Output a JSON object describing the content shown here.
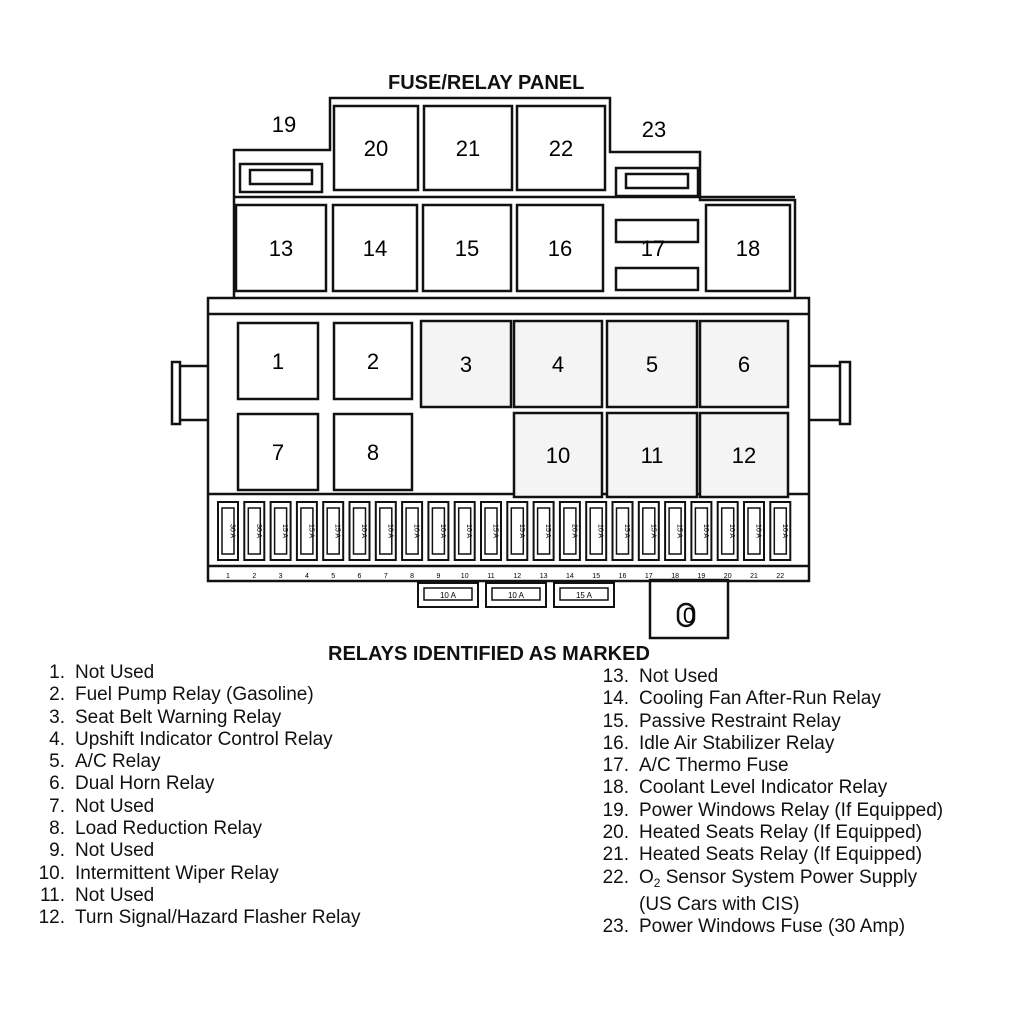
{
  "panel_title": "FUSE/RELAY PANEL",
  "legend_title": "RELAYS IDENTIFIED AS MARKED",
  "relay_labels": [
    "1",
    "2",
    "3",
    "4",
    "5",
    "6",
    "7",
    "8",
    "10",
    "11",
    "12",
    "13",
    "14",
    "15",
    "16",
    "17",
    "18",
    "19",
    "20",
    "21",
    "22",
    "23"
  ],
  "fuse_ratings": [
    "30 A",
    "30 A",
    "15 A",
    "15 A",
    "15 A",
    "10 A",
    "10 A",
    "10 A",
    "10 A",
    "10 A",
    "15 A",
    "15 A",
    "15 A",
    "20 A",
    "10 A",
    "15 A",
    "15 A",
    "15 A",
    "10 A",
    "10 A",
    "10 A",
    "10 A"
  ],
  "fuse_numbers": [
    "1",
    "2",
    "3",
    "4",
    "5",
    "6",
    "7",
    "8",
    "9",
    "10",
    "11",
    "12",
    "13",
    "14",
    "15",
    "16",
    "17",
    "18",
    "19",
    "20",
    "21",
    "22"
  ],
  "spare_fuses": [
    "10 A",
    "10 A",
    "15 A"
  ],
  "plug_label": "0",
  "legend_left": [
    {
      "num": "1.",
      "text": "Not Used"
    },
    {
      "num": "2.",
      "text": "Fuel Pump Relay (Gasoline)"
    },
    {
      "num": "3.",
      "text": "Seat Belt Warning Relay"
    },
    {
      "num": "4.",
      "text": "Upshift Indicator Control Relay"
    },
    {
      "num": "5.",
      "text": "A/C Relay"
    },
    {
      "num": "6.",
      "text": "Dual Horn Relay"
    },
    {
      "num": "7.",
      "text": "Not Used"
    },
    {
      "num": "8.",
      "text": "Load Reduction Relay"
    },
    {
      "num": "9.",
      "text": "Not Used"
    },
    {
      "num": "10.",
      "text": "Intermittent Wiper Relay"
    },
    {
      "num": "11.",
      "text": "Not Used"
    },
    {
      "num": "12.",
      "text": "Turn Signal/Hazard Flasher Relay"
    }
  ],
  "legend_right": [
    {
      "num": "13.",
      "text": "Not Used"
    },
    {
      "num": "14.",
      "text": "Cooling Fan After-Run Relay"
    },
    {
      "num": "15.",
      "text": "Passive Restraint Relay"
    },
    {
      "num": "16.",
      "text": "Idle Air Stabilizer Relay"
    },
    {
      "num": "17.",
      "text": "A/C Thermo Fuse"
    },
    {
      "num": "18.",
      "text": "Coolant Level Indicator Relay"
    },
    {
      "num": "19.",
      "text": "Power Windows Relay (If Equipped)"
    },
    {
      "num": "20.",
      "text": "Heated Seats Relay (If Equipped)"
    },
    {
      "num": "21.",
      "text": "Heated Seats Relay (If Equipped)"
    },
    {
      "num": "22.",
      "text": "O",
      "sub": "2",
      "text2": " Sensor System Power Supply",
      "line2": "(US Cars with CIS)"
    },
    {
      "num": "23.",
      "text": "Power Windows Fuse (30 Amp)"
    }
  ]
}
